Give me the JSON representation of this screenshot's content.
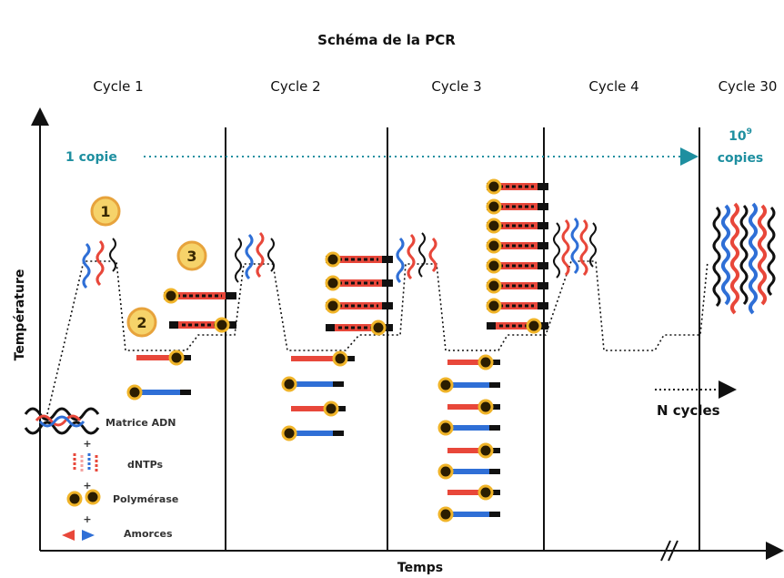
{
  "title": "Schéma de la PCR",
  "cycles": [
    "Cycle 1",
    "Cycle 2",
    "Cycle 3",
    "Cycle 4",
    "Cycle 30"
  ],
  "axes": {
    "y_label": "Température",
    "x_label": "Temps"
  },
  "copies": {
    "start": "1 copie",
    "end_base": "10",
    "end_exp": "9",
    "end_unit": "copies"
  },
  "steps": [
    "1",
    "2",
    "3"
  ],
  "legend": {
    "template": "Matrice ADN",
    "dntps": "dNTPs",
    "polymerase": "Polymérase",
    "primers": "Amorces",
    "plus": "+"
  },
  "n_cycles": "N cycles",
  "colors": {
    "strand_red": "#e8473a",
    "strand_blue": "#2f6fd6",
    "strand_black": "#111111",
    "copy_line": "#1e8fa0",
    "step_badge": "#f6d36a",
    "step_ring": "#e7a33c",
    "enzyme": "#2b1d00",
    "enzyme_ring": "#f0b429"
  }
}
